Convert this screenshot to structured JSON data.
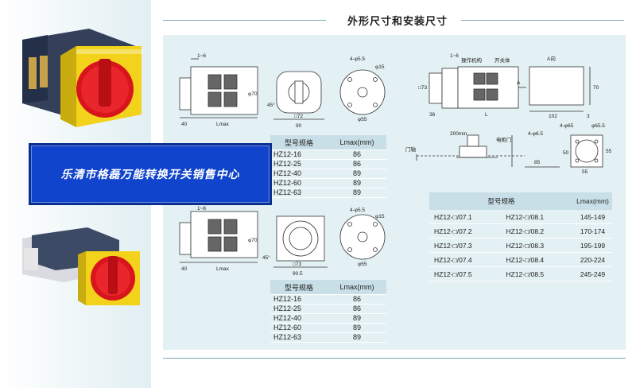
{
  "section_title": "外形尺寸和安装尺寸",
  "banner_text": "乐清市格磊万能转换开关销售中心",
  "colors": {
    "banner_blue": "#1144cc",
    "panel_bg": "#e3f0f4",
    "table_header": "#c9dfe7",
    "knob_red": "#d8141c",
    "body_yellow": "#f2d21a"
  },
  "table_top": {
    "headers": [
      "型号规格",
      "Lmax(mm)"
    ],
    "rows": [
      {
        "model": "HZ12-16",
        "lmax": "86"
      },
      {
        "model": "HZ12-25",
        "lmax": "86"
      },
      {
        "model": "HZ12-40",
        "lmax": "89"
      },
      {
        "model": "HZ12-60",
        "lmax": "89"
      },
      {
        "model": "HZ12-63",
        "lmax": "89"
      }
    ]
  },
  "table_bottom": {
    "headers": [
      "型号规格",
      "Lmax(mm)"
    ],
    "rows": [
      {
        "model": "HZ12-16",
        "lmax": "86"
      },
      {
        "model": "HZ12-25",
        "lmax": "86"
      },
      {
        "model": "HZ12-40",
        "lmax": "89"
      },
      {
        "model": "HZ12-60",
        "lmax": "89"
      },
      {
        "model": "HZ12-63",
        "lmax": "89"
      }
    ]
  },
  "table_right": {
    "headers": [
      "型号规格",
      "Lmax(mm)"
    ],
    "rows": [
      {
        "a": "HZ12-□/07.1",
        "b": "HZ12-□/08.1",
        "lmax": "145-149"
      },
      {
        "a": "HZ12-□/07.2",
        "b": "HZ12-□/08.2",
        "lmax": "170-174"
      },
      {
        "a": "HZ12-□/07.3",
        "b": "HZ12-□/08.3",
        "lmax": "195-199"
      },
      {
        "a": "HZ12-□/07.4",
        "b": "HZ12-□/08.4",
        "lmax": "220-224"
      },
      {
        "a": "HZ12-□/07.5",
        "b": "HZ12-□/08.5",
        "lmax": "245-249"
      }
    ]
  },
  "drawing_top_left": {
    "dim_1_6": "1~6",
    "dim_40": "40",
    "lmax": "Lmax",
    "phi70": "φ70",
    "angle45": "45°",
    "sq72": "□72",
    "dim90": "90",
    "holes": "4-φ5.5",
    "phi15": "φ15",
    "phi55": "φ55"
  },
  "drawing_bottom_left": {
    "dim_1_6": "1~6",
    "dim_40": "40",
    "lmax": "Lmax",
    "phi70": "φ70",
    "angle45": "45°",
    "sq73": "□73",
    "dim905": "90.5",
    "holes": "4-φ5.5",
    "phi15": "φ15",
    "phi55": "φ55"
  },
  "drawing_right": {
    "dim_1_6": "1~6",
    "label_mech": "操作机构",
    "label_switch": "开关体",
    "view_a": "A向",
    "sq73": "□73",
    "dim36": "36",
    "dim_L": "L",
    "dim102": "102",
    "dim3": "3",
    "dim70": "70",
    "arrow_a": "A",
    "dim200min": "200min",
    "door_axis": "门轴",
    "door": "电柜门",
    "holes_65": "4-φ6.5",
    "holes_4_65": "4-φ65",
    "phi655": "φ65.5",
    "dim85": "85",
    "dim50": "50",
    "dim55a": "55",
    "dim55b": "55"
  }
}
